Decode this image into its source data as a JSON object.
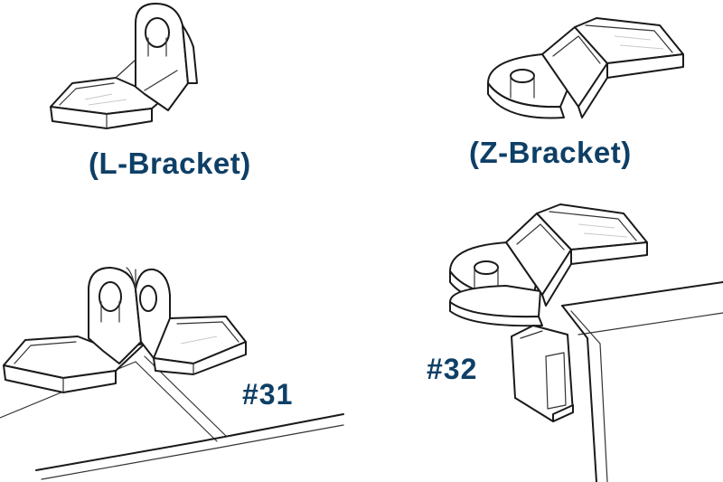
{
  "labels": {
    "l_bracket": "(L-Bracket)",
    "z_bracket": "(Z-Bracket)",
    "item_31": "#31",
    "item_32": "#32"
  },
  "colors": {
    "label_text": "#0e3f66",
    "line_art": "#1a1a1a",
    "background": "#ffffff"
  }
}
